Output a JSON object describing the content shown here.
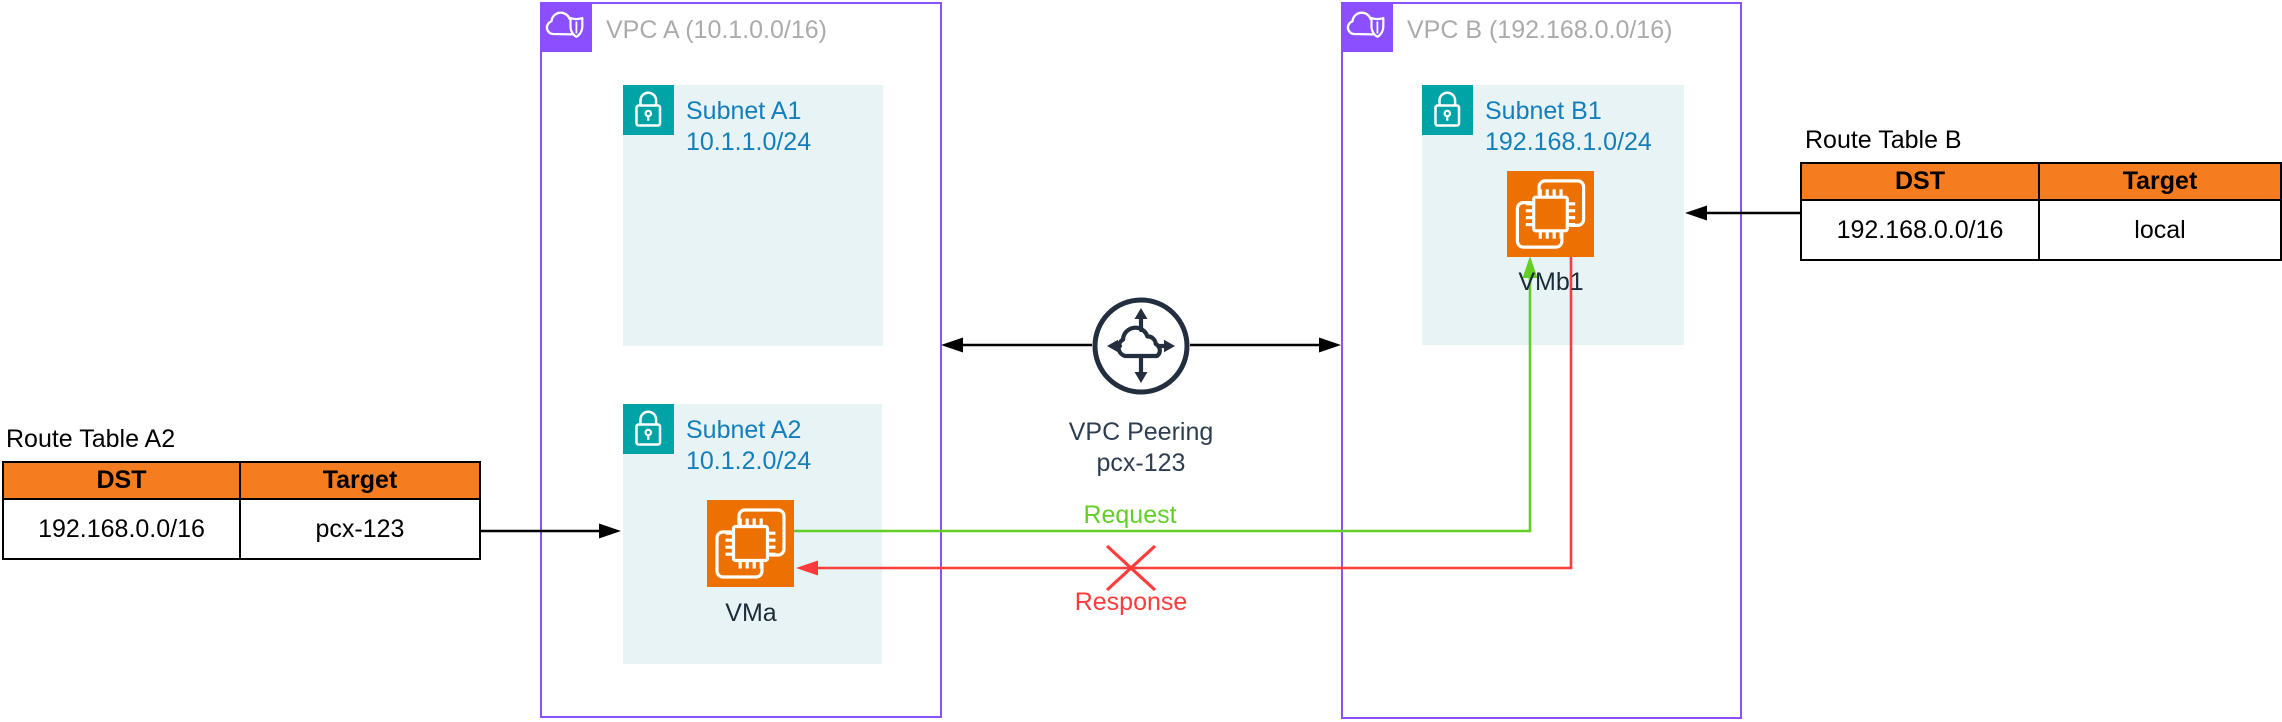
{
  "colors": {
    "vpc_border": "#8C4FFF",
    "vpc_label": "#ABABAB",
    "subnet_fill": "#E7F3F4",
    "subnet_icon_bg": "#00A4A6",
    "subnet_text": "#147EBA",
    "vm_bg": "#ED7100",
    "table_header_bg": "#F57C1F",
    "peering_dark": "#232F3E",
    "peering_text": "#2E3D4F",
    "request_green": "#63CE26",
    "response_red": "#FF3B3B",
    "connector_black": "#000000",
    "node_label": "#1C2B39"
  },
  "icons": {
    "vpc": "cloud-shield-icon",
    "subnet": "lock-icon",
    "vm": "processor-chip-icon",
    "peering": "cloud-arrows-icon"
  },
  "vpc_a": {
    "label": "VPC A (10.1.0.0/16)",
    "subnet_a1": {
      "name": "Subnet A1",
      "cidr": "10.1.1.0/24"
    },
    "subnet_a2": {
      "name": "Subnet A2",
      "cidr": "10.1.2.0/24"
    },
    "vm_label": "VMa"
  },
  "vpc_b": {
    "label": "VPC B (192.168.0.0/16)",
    "subnet_b1": {
      "name": "Subnet B1",
      "cidr": "192.168.1.0/24"
    },
    "vm_label": "VMb1"
  },
  "peering": {
    "name": "VPC Peering",
    "id": "pcx-123"
  },
  "flows": {
    "request": "Request",
    "response": "Response"
  },
  "route_table_a2": {
    "title": "Route Table A2",
    "headers": [
      "DST",
      "Target"
    ],
    "rows": [
      [
        "192.168.0.0/16",
        "pcx-123"
      ]
    ]
  },
  "route_table_b": {
    "title": "Route Table B",
    "headers": [
      "DST",
      "Target"
    ],
    "rows": [
      [
        "192.168.0.0/16",
        "local"
      ]
    ]
  }
}
